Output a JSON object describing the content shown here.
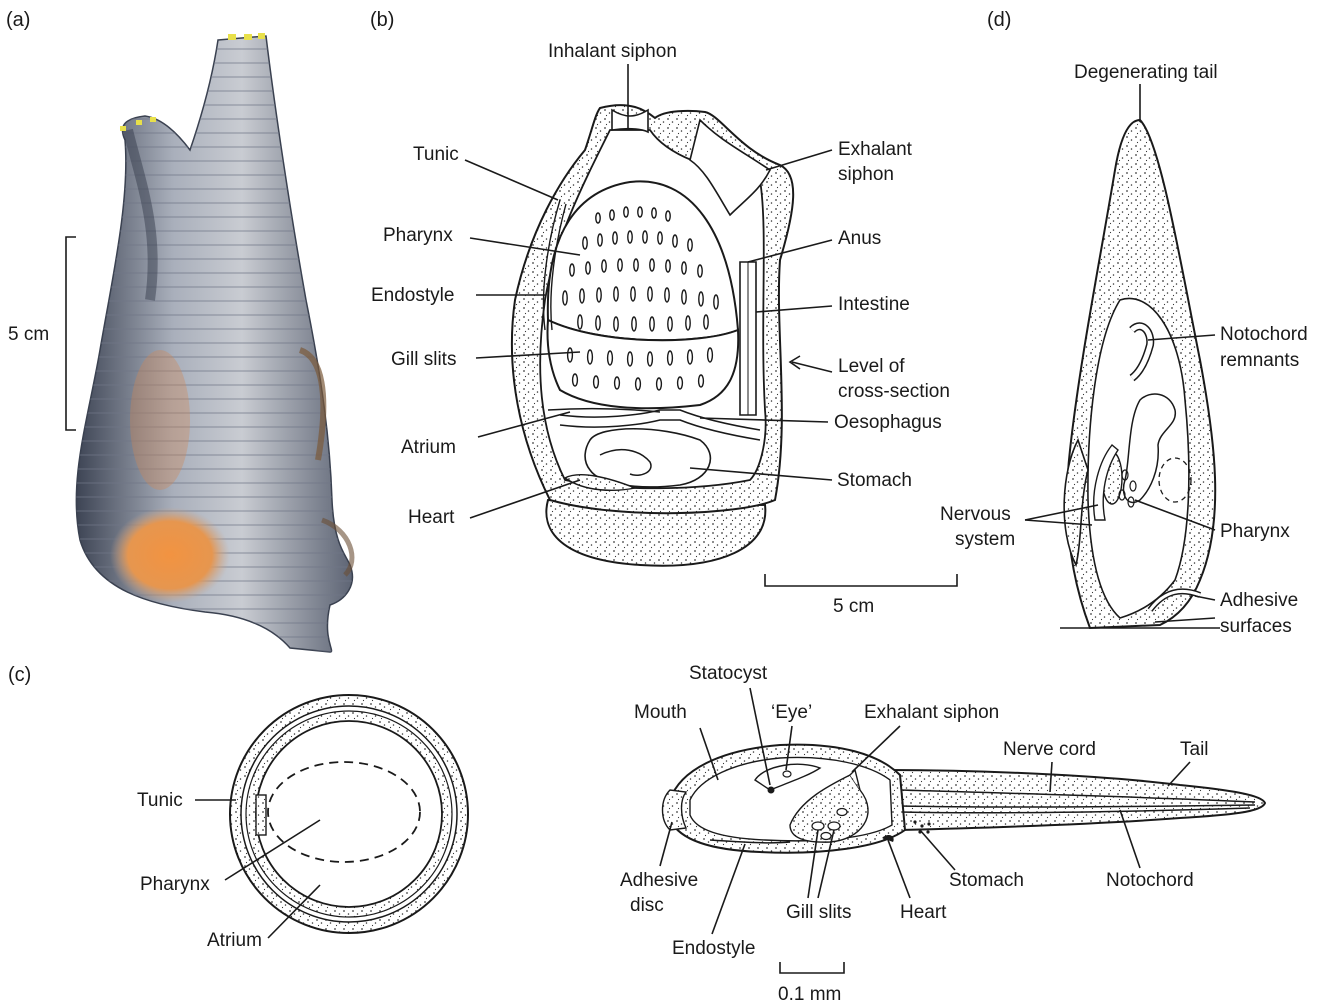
{
  "panels": {
    "a": "(a)",
    "b": "(b)",
    "c": "(c)",
    "d": "(d)"
  },
  "panel_a": {
    "scale": "5 cm"
  },
  "panel_b": {
    "inhalant_siphon": "Inhalant siphon",
    "tunic": "Tunic",
    "exhalant_siphon_1": "Exhalant",
    "exhalant_siphon_2": "siphon",
    "pharynx": "Pharynx",
    "anus": "Anus",
    "endostyle": "Endostyle",
    "intestine": "Intestine",
    "gill_slits": "Gill slits",
    "level_1": "Level of",
    "level_2": "cross-section",
    "atrium": "Atrium",
    "oesophagus": "Oesophagus",
    "stomach": "Stomach",
    "heart": "Heart",
    "scale": "5 cm"
  },
  "panel_c": {
    "tunic": "Tunic",
    "pharynx": "Pharynx",
    "atrium": "Atrium"
  },
  "panel_d": {
    "degenerating_tail": "Degenerating tail",
    "notochord_1": "Notochord",
    "notochord_2": "remnants",
    "nervous_1": "Nervous",
    "nervous_2": "system",
    "pharynx": "Pharynx",
    "adhesive_1": "Adhesive",
    "adhesive_2": "surfaces"
  },
  "larva": {
    "statocyst": "Statocyst",
    "mouth": "Mouth",
    "eye": "‘Eye’",
    "exhalant_siphon": "Exhalant siphon",
    "nerve_cord": "Nerve cord",
    "tail": "Tail",
    "adhesive_1": "Adhesive",
    "adhesive_2": "disc",
    "stomach": "Stomach",
    "notochord": "Notochord",
    "gill_slits": "Gill slits",
    "heart": "Heart",
    "endostyle": "Endostyle",
    "scale": "0.1 mm"
  },
  "colors": {
    "photo_body": "#8e97a6",
    "photo_dark": "#3f4656",
    "photo_orange": "#e98a3f",
    "siphon_tips": "#e8e04a",
    "ink": "#1a1a1a"
  }
}
